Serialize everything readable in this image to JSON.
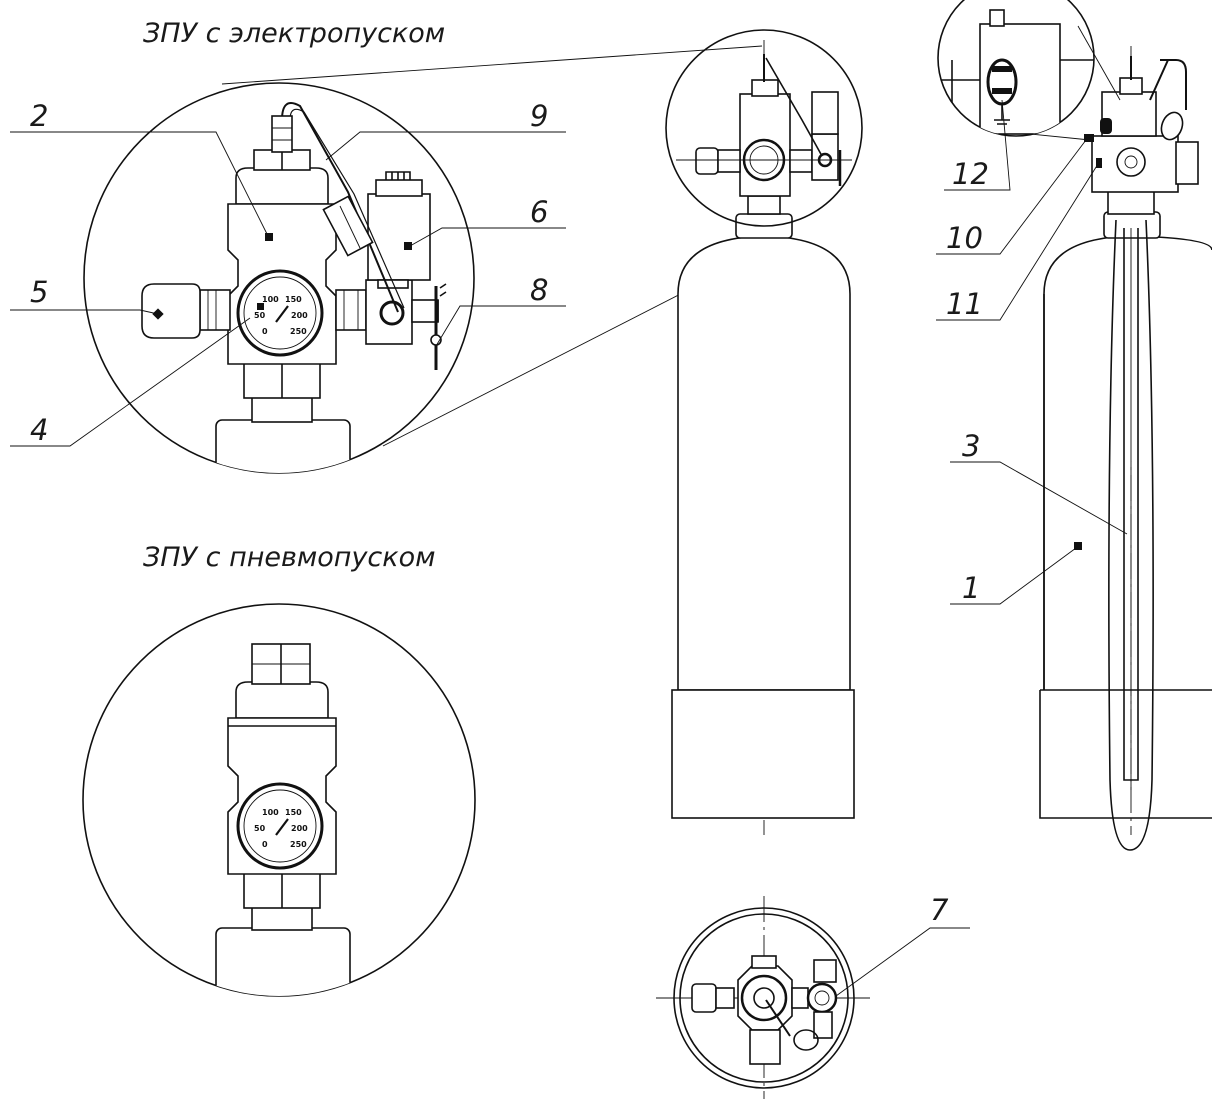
{
  "captions": {
    "electric": "ЗПУ с электропуском",
    "pneumatic": "ЗПУ с пневмопуском"
  },
  "callouts": {
    "c1": "1",
    "c2": "2",
    "c3": "3",
    "c4": "4",
    "c5": "5",
    "c6": "6",
    "c7": "7",
    "c8": "8",
    "c9": "9",
    "c10": "10",
    "c11": "11",
    "c12": "12"
  },
  "gauge_labels": {
    "v0": "0",
    "v50": "50",
    "v100": "100",
    "v150": "150",
    "v200": "200",
    "v250": "250"
  },
  "colors": {
    "ink": "#111111",
    "paper": "#ffffff"
  }
}
